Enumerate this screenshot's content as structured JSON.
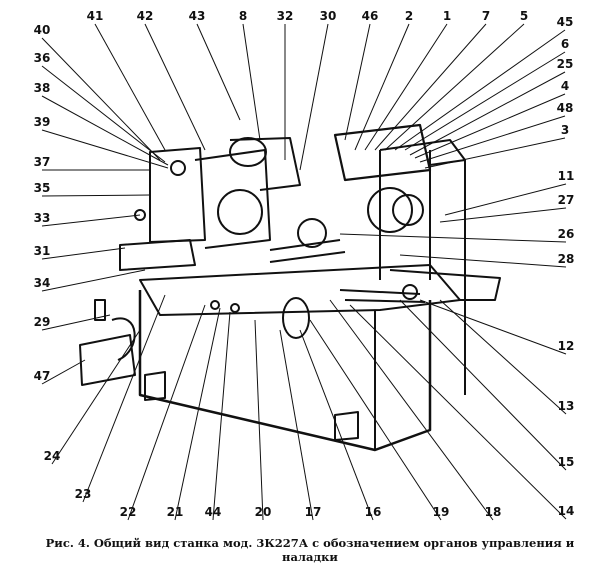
{
  "labels": [
    "41",
    "42",
    "43",
    "8",
    "32",
    "30",
    "46",
    "2",
    "1",
    "7",
    "5",
    "45",
    "6",
    "25",
    "4",
    "48",
    "3",
    "40",
    "36",
    "38",
    "39",
    "37",
    "35",
    "33",
    "31",
    "34",
    "29",
    "47",
    "11",
    "27",
    "26",
    "28",
    "12",
    "13",
    "15",
    "14",
    "18",
    "19",
    "16",
    "17",
    "20",
    "44",
    "21",
    "22",
    "23",
    "24"
  ],
  "caption": {
    "line1": "Рис. 4. Общий вид станка мод. 3К227А с обозначением органов управления и",
    "line2": "наладки"
  }
}
